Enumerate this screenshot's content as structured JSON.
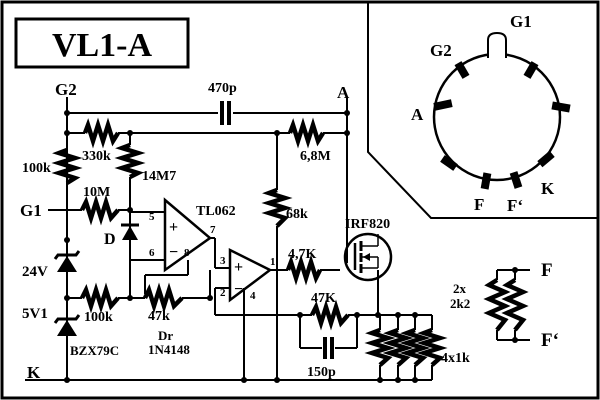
{
  "title": "VL1-A",
  "terminals": {
    "g2": "G2",
    "a": "A",
    "g1": "G1",
    "k": "K"
  },
  "components": {
    "c_470p": "470p",
    "r_330k": "330k",
    "r_6m8": "6,8M",
    "r_100k_top": "100k",
    "r_14m7": "14M7",
    "r_10m": "10M",
    "ic": "TL062",
    "diode_d": "D",
    "r_68k": "68k",
    "mosfet": "IRF820",
    "r_4k7": "4,7K",
    "zener_24v": "24V",
    "zener_5v1": "5V1",
    "r_100k_bottom": "100k",
    "r_47k_left": "47k",
    "r_47k_fb": "47K",
    "diode_dr": "Dr",
    "diode_dr_part": "1N4148",
    "zener_part": "BZX79C",
    "c_150p": "150p",
    "r_4x1k": "4x1k",
    "r_2k2_count": "2x",
    "r_2k2": "2k2"
  },
  "pins": {
    "p5": "5",
    "p6": "6",
    "p7": "7",
    "p8": "8",
    "p3": "3",
    "p1": "1",
    "p2": "2",
    "p4": "4"
  },
  "op_signs": {
    "plus": "+",
    "minus": "−"
  },
  "tube": {
    "g1": "G1",
    "g2": "G2",
    "a": "A",
    "k": "K",
    "f": "F",
    "f2": "F‘"
  },
  "heater": {
    "f": "F",
    "f2": "F‘"
  }
}
